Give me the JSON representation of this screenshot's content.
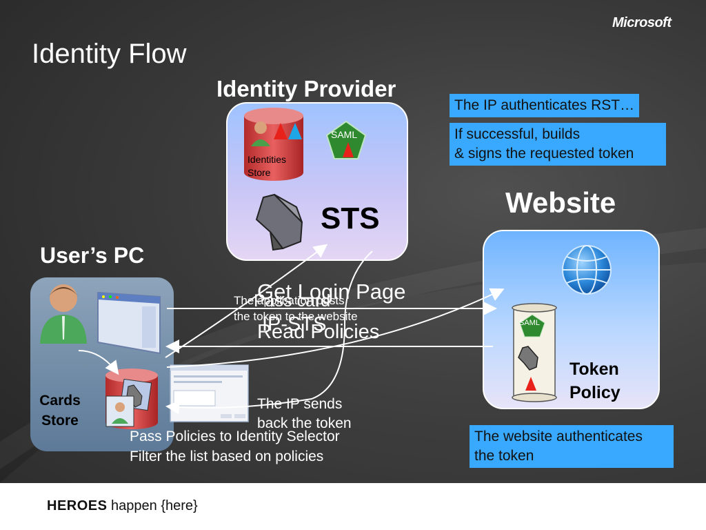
{
  "brand": {
    "logo_text": "Microsoft",
    "footer_bold": "HEROES",
    "footer_rest": " happen {here}"
  },
  "title": "Identity Flow",
  "identity_provider": {
    "heading": "Identity Provider",
    "sts_label": "STS",
    "identities_store_label": "Identities Store",
    "saml_label": "SAML"
  },
  "website": {
    "heading": "Website",
    "token_policy_label": "Token Policy",
    "saml_label": "SAML"
  },
  "users_pc": {
    "heading": "User’s PC",
    "cards_store_label": "Cards Store"
  },
  "callouts": {
    "ip_authenticates": "The IP authenticates RST…",
    "builds_token_line1": "If successful, builds",
    "builds_token_line2": "& signs the requested token",
    "website_authenticates_line1": "The website authenticates",
    "website_authenticates_line2": "the token"
  },
  "flow_labels": {
    "get_login_page": "Get Login Page",
    "pass_card": "Pass card",
    "app_posts_line1": "The application posts",
    "app_posts_line2": "the token to the website",
    "ip_sts": "IP-STS",
    "read_policies": "Read Policies",
    "ip_sends_line1": "The IP sends",
    "ip_sends_line2": "back the token",
    "pass_policies_line1": "Pass Policies to Identity Selector",
    "pass_policies_line2": "Filter the list based on policies"
  },
  "colors": {
    "callout_bg": "#39a9ff",
    "ip_box_top": "#9fc3ff",
    "web_box_top": "#6fb4ff",
    "pc_box": "#6f8aa5",
    "arrow": "#ffffff",
    "saml_green": "#2f8a2f",
    "triangle_red": "#e8221b",
    "triangle_blue": "#1ea6e6"
  }
}
